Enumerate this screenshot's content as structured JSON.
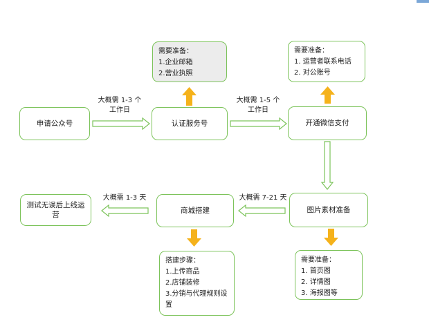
{
  "nodes": {
    "apply_account": "申请公众号",
    "verify_account": "认证服务号",
    "wechat_pay": "开通微信支付",
    "materials": "图片素材准备",
    "build_mall": "商城搭建",
    "launch": "测试无误后上线运营"
  },
  "edges": {
    "apply_to_verify": {
      "line1": "大概需 1-3 个",
      "line2": "工作日"
    },
    "verify_to_pay": {
      "line1": "大概需 1-5 个",
      "line2": "工作日"
    },
    "materials_to_mall": "大概需 7-21 天",
    "mall_to_launch": "大概需 1-3 天"
  },
  "notes": {
    "verify": {
      "title": "需要准备：",
      "items": [
        "1.企业邮箱",
        "2.营业执照"
      ]
    },
    "pay": {
      "title": "需要准备：",
      "items": [
        "1.  运营者联系电话",
        "2.  对公账号"
      ]
    },
    "materials": {
      "title": "需要准备：",
      "items": [
        "1.  首页图",
        "2.  详情图",
        "3.  海报图等"
      ]
    },
    "mall": {
      "title": "搭建步骤：",
      "items": [
        "1.上传商品",
        "2.店铺装修",
        "3.分销与代理规则设置"
      ]
    }
  },
  "colors": {
    "border": "#7cc35a",
    "orange_arrow": "#f5b21b",
    "green_arrow": "#7cc35a"
  }
}
